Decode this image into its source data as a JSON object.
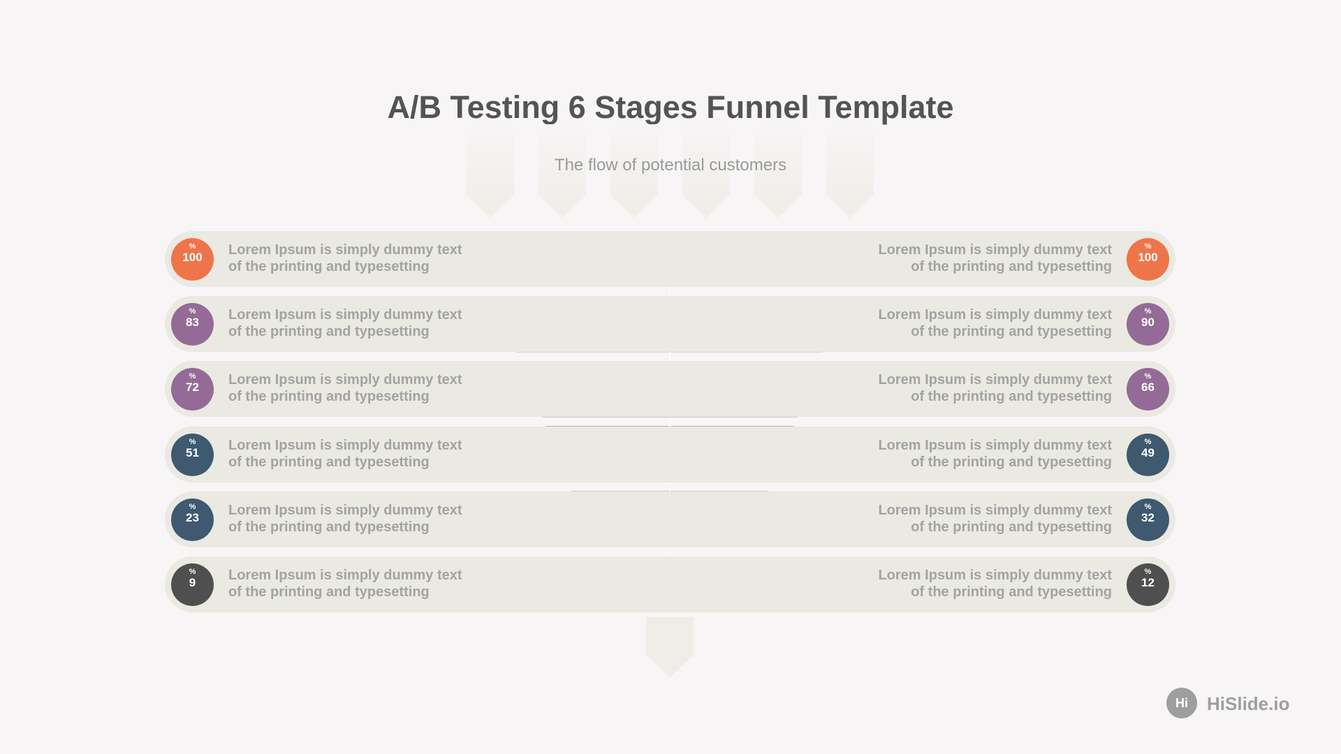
{
  "title": "A/B Testing 6 Stages Funnel Template",
  "subtitle": "The flow of potential customers",
  "percent_symbol": "%",
  "colors": {
    "background": "#f7f5f5",
    "row_band": "#eae9e2",
    "chevron": "#eeede7",
    "text_muted": "#a3a3a3",
    "title": "#545454",
    "badge": "#f0f0f0"
  },
  "stages": [
    {
      "number": "1",
      "color": "#ee7549",
      "left": {
        "value": "100",
        "line1": "Lorem Ipsum is simply dummy text",
        "line2": "of the printing and typesetting"
      },
      "right": {
        "value": "100",
        "line1": "Lorem Ipsum is simply dummy text",
        "line2": "of the printing and typesetting"
      }
    },
    {
      "number": "2",
      "color": "#946b96",
      "left": {
        "value": "83",
        "line1": "Lorem Ipsum is simply dummy text",
        "line2": "of the printing and typesetting"
      },
      "right": {
        "value": "90",
        "line1": "Lorem Ipsum is simply dummy text",
        "line2": "of the printing and typesetting"
      }
    },
    {
      "number": "3",
      "color": "#946b96",
      "left": {
        "value": "72",
        "line1": "Lorem Ipsum is simply dummy text",
        "line2": "of the printing and typesetting"
      },
      "right": {
        "value": "66",
        "line1": "Lorem Ipsum is simply dummy text",
        "line2": "of the printing and typesetting"
      }
    },
    {
      "number": "4",
      "color": "#3e5970",
      "left": {
        "value": "51",
        "line1": "Lorem Ipsum is simply dummy text",
        "line2": "of the printing and typesetting"
      },
      "right": {
        "value": "49",
        "line1": "Lorem Ipsum is simply dummy text",
        "line2": "of the printing and typesetting"
      }
    },
    {
      "number": "5",
      "color": "#3e5970",
      "left": {
        "value": "23",
        "line1": "Lorem Ipsum is simply dummy text",
        "line2": "of the printing and typesetting"
      },
      "right": {
        "value": "32",
        "line1": "Lorem Ipsum is simply dummy text",
        "line2": "of the printing and typesetting"
      }
    },
    {
      "number": "6",
      "color": "#4f4f4f",
      "left": {
        "value": "9",
        "line1": "Lorem Ipsum is simply dummy text",
        "line2": "of the printing and typesetting"
      },
      "right": {
        "value": "12",
        "line1": "Lorem Ipsum is simply dummy text",
        "line2": "of the printing and typesetting"
      }
    }
  ],
  "logo": {
    "mark": "Hi",
    "text": "HiSlide.io",
    "icon": "speech-bubble-icon"
  }
}
